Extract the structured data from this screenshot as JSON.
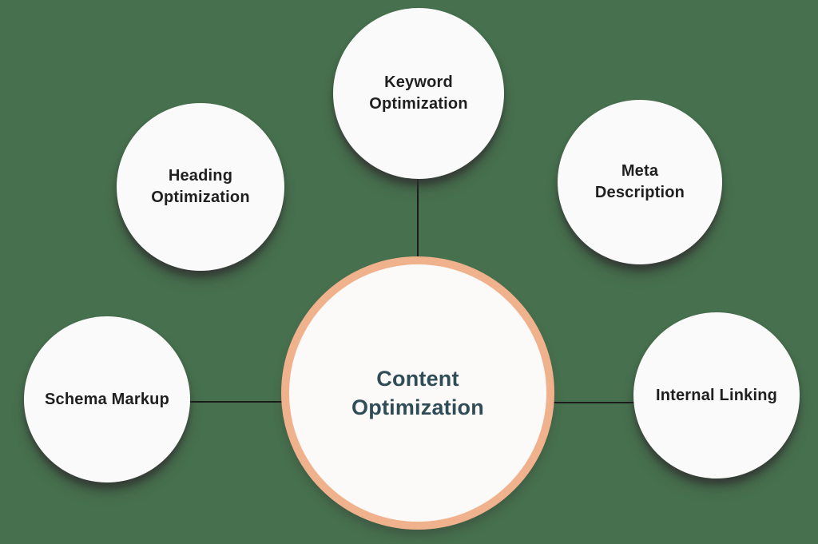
{
  "diagram": {
    "title": "Content Optimization diagram",
    "background_color": "#47704E",
    "connector_color": "#1c1c1c",
    "center": {
      "label": "Content Optimization",
      "fill": "#FBFAF8",
      "border_color": "#F0B28C",
      "text_color": "#2F4C57"
    },
    "satellites": [
      {
        "id": "keyword-optimization",
        "label": "Keyword Optimization",
        "position": "top"
      },
      {
        "id": "heading-optimization",
        "label": "Heading Optimization",
        "position": "upper-left"
      },
      {
        "id": "meta-description",
        "label": "Meta Description",
        "position": "upper-right"
      },
      {
        "id": "schema-markup",
        "label": "Schema Markup",
        "position": "left"
      },
      {
        "id": "internal-linking",
        "label": "Internal Linking",
        "position": "right"
      }
    ],
    "satellite_fill": "#FAFAFA",
    "satellite_text_color": "#1f1f1f",
    "connectors": [
      "center-to-keyword-optimization",
      "center-to-schema-markup",
      "center-to-internal-linking"
    ]
  }
}
